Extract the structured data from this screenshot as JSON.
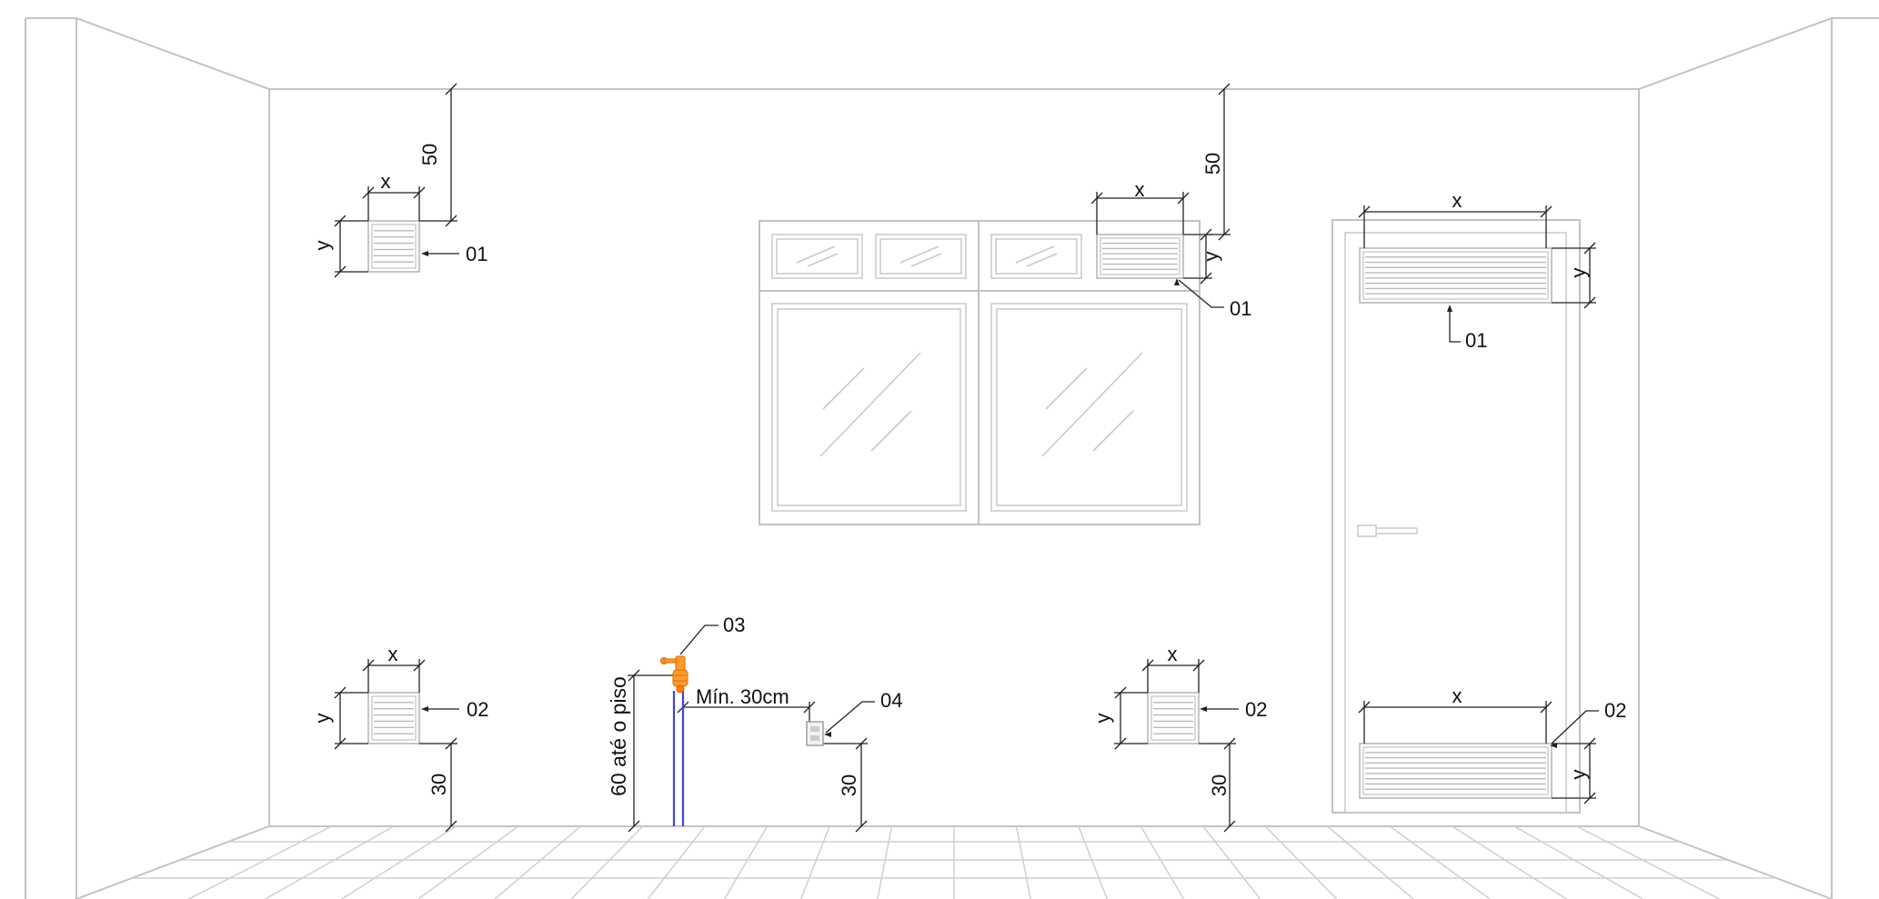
{
  "labels": {
    "x": "x",
    "y": "y",
    "dim_50": "50",
    "dim_30": "30",
    "dim_60": "60 até o piso",
    "dim_min30": "Mín. 30cm",
    "tag_01": "01",
    "tag_02": "02",
    "tag_03": "03",
    "tag_04": "04"
  },
  "colors": {
    "wall_lines": "#c4c4c4",
    "dimension_lines": "#222222",
    "gas_pipe": "#3a46d8",
    "gas_valve": "#ff9a2e"
  },
  "icons": {
    "grille": "ventilation-grille-icon",
    "valve": "gas-valve-icon",
    "outlet": "electrical-outlet-icon",
    "door_handle": "door-handle-icon"
  }
}
